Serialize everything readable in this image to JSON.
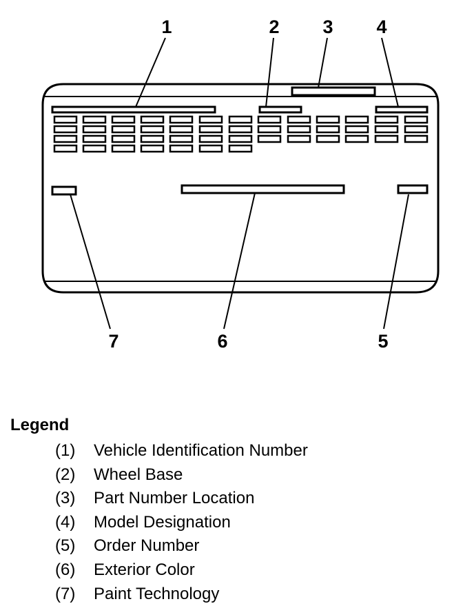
{
  "diagram": {
    "callouts": [
      {
        "number": "1",
        "target": "vin-strip"
      },
      {
        "number": "2",
        "target": "wheel-base-field"
      },
      {
        "number": "3",
        "target": "part-number-field"
      },
      {
        "number": "4",
        "target": "model-designation-field"
      },
      {
        "number": "5",
        "target": "order-number-field"
      },
      {
        "number": "6",
        "target": "exterior-color-field"
      },
      {
        "number": "7",
        "target": "paint-technology-field"
      }
    ],
    "colors": {
      "stroke": "#000000",
      "background": "#ffffff"
    }
  },
  "legend": {
    "title": "Legend",
    "items": [
      {
        "number": "(1)",
        "label": "Vehicle Identification Number"
      },
      {
        "number": "(2)",
        "label": "Wheel Base"
      },
      {
        "number": "(3)",
        "label": "Part Number Location"
      },
      {
        "number": "(4)",
        "label": "Model Designation"
      },
      {
        "number": "(5)",
        "label": "Order Number"
      },
      {
        "number": "(6)",
        "label": "Exterior Color"
      },
      {
        "number": "(7)",
        "label": "Paint Technology"
      }
    ]
  }
}
